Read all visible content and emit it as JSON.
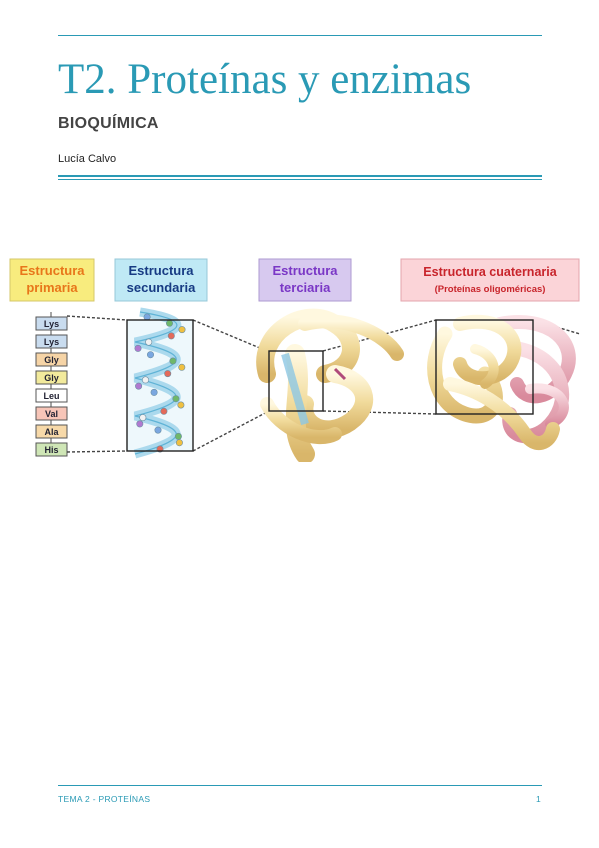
{
  "document": {
    "title": "T2. Proteínas y enzimas",
    "subtitle": "BIOQUÍMICA",
    "author": "Lucía Calvo"
  },
  "figure": {
    "labels": {
      "primary": [
        "Estructura",
        "primaria"
      ],
      "secondary": [
        "Estructura",
        "secundaria"
      ],
      "tertiary": [
        "Estructura",
        "terciaria"
      ],
      "quaternary": [
        "Estructura cuaternaria",
        "(Proteínas oligoméricas)"
      ]
    },
    "amino_acids": [
      "Lys",
      "Lys",
      "Gly",
      "Gly",
      "Leu",
      "Val",
      "Ala",
      "His"
    ],
    "amino_colors": [
      "#c9dcef",
      "#c9dcef",
      "#f6d4a6",
      "#f2ea9c",
      "#ffffff",
      "#f7c5b8",
      "#f7d9a9",
      "#cfe6b6"
    ],
    "colors": {
      "primary_box": "#f8ec7e",
      "secondary_box": "#bfe9f5",
      "tertiary_box": "#d7c9ef",
      "quaternary_box": "#fbd4d8",
      "orange_text": "#e8761a",
      "blue_text": "#173b83",
      "purple_text": "#7a37c6",
      "red_text": "#c8242b"
    }
  },
  "footer": {
    "section": "TEMA 2 - PROTEÍNAS",
    "page": "1"
  }
}
